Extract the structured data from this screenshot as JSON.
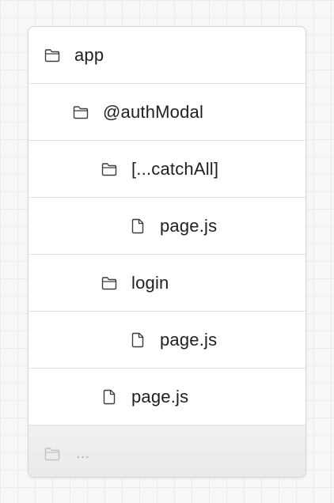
{
  "tree": {
    "items": [
      {
        "label": "app",
        "icon": "folder-icon"
      },
      {
        "label": "@authModal",
        "icon": "folder-icon"
      },
      {
        "label": "[...catchAll]",
        "icon": "folder-icon"
      },
      {
        "label": "page.js",
        "icon": "file-icon"
      },
      {
        "label": "login",
        "icon": "folder-icon"
      },
      {
        "label": "page.js",
        "icon": "file-icon"
      },
      {
        "label": "page.js",
        "icon": "file-icon"
      },
      {
        "label": "...",
        "icon": "folder-icon"
      }
    ]
  },
  "colors": {
    "card_background": "#ffffff",
    "divider": "#e3e3e3",
    "text": "#1f1f1f",
    "muted_text": "#b4b4b4",
    "icon_stroke": "#3c3c3c"
  }
}
